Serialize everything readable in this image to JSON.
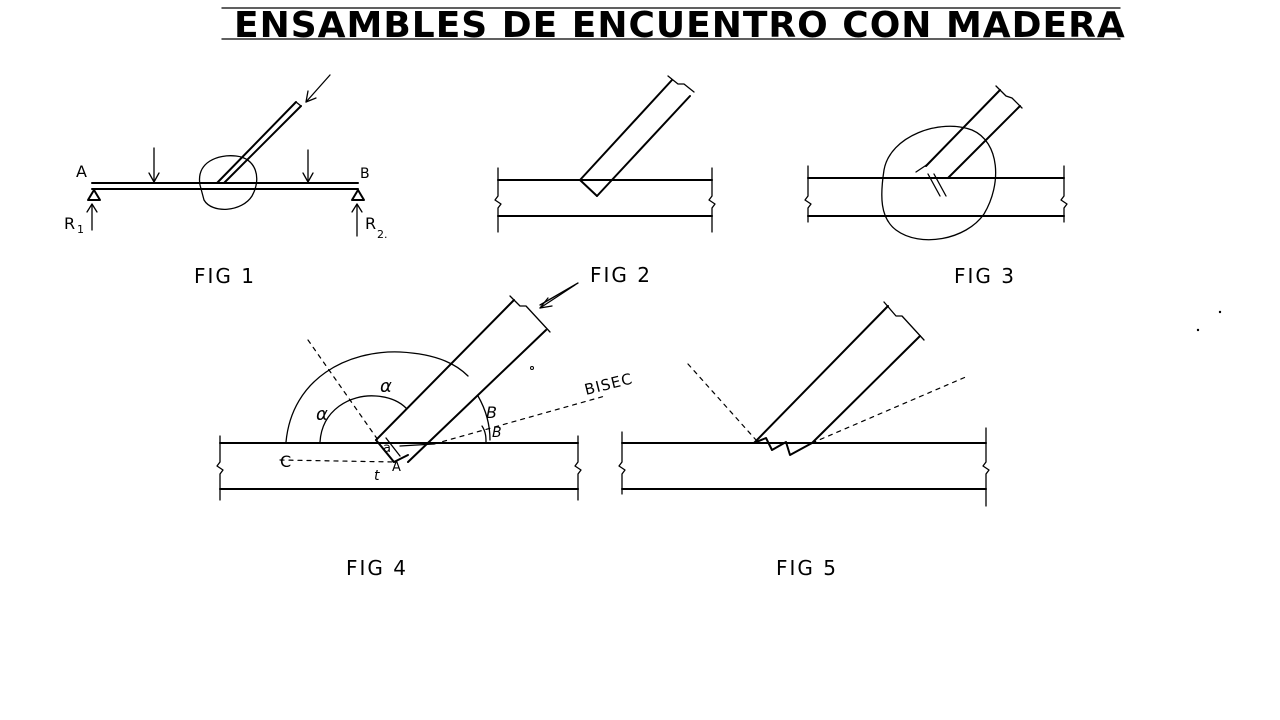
{
  "title": "ENSAMBLES DE ENCUENTRO CON MADERA",
  "figures": [
    {
      "label": "FIG 1",
      "points": {
        "a": "A",
        "b": "B",
        "r1": "R",
        "r1_sub": "1",
        "r2": "R",
        "r2_sub": "2."
      }
    },
    {
      "label": "FIG 2"
    },
    {
      "label": "FIG 3"
    },
    {
      "label": "FIG 4",
      "marks": {
        "alpha_outer": "α",
        "alpha_inner": "α",
        "beta_upper": "B",
        "beta_lower": "B",
        "bisector": "BISEC",
        "point_c": "C",
        "point_a": "A",
        "a_small": "a",
        "t_small": "t"
      }
    },
    {
      "label": "FIG 5"
    }
  ]
}
